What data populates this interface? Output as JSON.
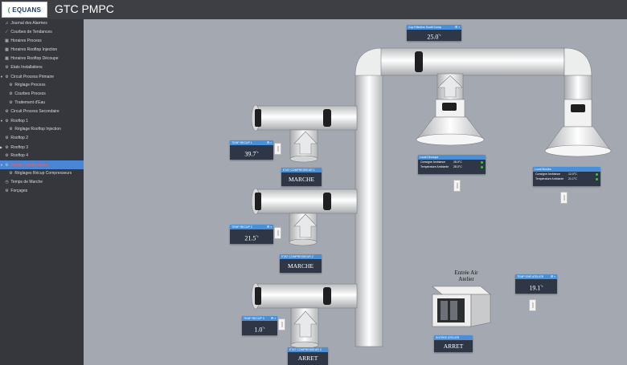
{
  "header": {
    "logo_text": "EQUANS",
    "title": "GTC PMPC"
  },
  "sidebar": {
    "items": [
      {
        "label": "Journal des Alarmes",
        "icon": "bell-icon"
      },
      {
        "label": "Courbes de Tendances",
        "icon": "chart-line-icon"
      },
      {
        "label": "Horaires Process",
        "icon": "calendar-icon"
      },
      {
        "label": "Horaires Rooftop Injection",
        "icon": "calendar-icon"
      },
      {
        "label": "Horaires Rooftop Découpe",
        "icon": "calendar-icon"
      },
      {
        "label": "Etats Installations",
        "icon": "gear-icon"
      },
      {
        "label": "Circuit Process Primaire",
        "icon": "gear-icon"
      },
      {
        "label": "Réglage Process",
        "icon": "gear-icon"
      },
      {
        "label": "Courbes Process",
        "icon": "gear-icon"
      },
      {
        "label": "Traitement d'Eau",
        "icon": "gear-icon"
      },
      {
        "label": "Circuit Process Secondaire",
        "icon": "gear-icon"
      },
      {
        "label": "Rooftop 1",
        "icon": "gear-icon"
      },
      {
        "label": "Réglage Rooftop Injection",
        "icon": "gear-icon"
      },
      {
        "label": "Rooftop 2",
        "icon": "gear-icon"
      },
      {
        "label": "Rooftop 3",
        "icon": "gear-icon"
      },
      {
        "label": "Rooftop 4",
        "icon": "gear-icon"
      },
      {
        "label": "Récup Compresseur",
        "icon": "gear-icon"
      },
      {
        "label": "Réglages Récup Compresseurs",
        "icon": "gear-icon"
      },
      {
        "label": "Temps de Marche",
        "icon": "clock-icon"
      },
      {
        "label": "Forçages",
        "icon": "gear-icon"
      }
    ]
  },
  "cards": {
    "consigne": {
      "title": "Cop Effective Soutif Comp",
      "value": "25.0",
      "unit": "°c"
    },
    "temp1": {
      "title": "TEMP RECUP 1",
      "value": "39.7",
      "unit": "°c"
    },
    "temp2": {
      "title": "TEMP RECUP 2",
      "value": "21.5",
      "unit": "°c"
    },
    "temp3": {
      "title": "TEMP RECUP 3",
      "value": "1.0",
      "unit": "°c"
    },
    "temp4": {
      "title": "TEMP ENR ATELIER",
      "value": "19.1",
      "unit": "°c"
    },
    "comp1": {
      "title": "ETAT COMPRESSEUR 1",
      "state": "MARCHE"
    },
    "comp2": {
      "title": "ETAT COMPRESSEUR 2",
      "state": "MARCHE"
    },
    "comp3": {
      "title": "ETAT COMPRESSEUR 3",
      "state": "ARRET"
    },
    "atelier": {
      "title": "ENTREE ATELIER",
      "state": "ARRET"
    },
    "local1": {
      "title": "Local Découpe",
      "rows": [
        {
          "label": "Consigne Ambiance",
          "value": "28.0°C"
        },
        {
          "label": "Température Ambiante",
          "value": "28.0°C"
        }
      ]
    },
    "local2": {
      "title": "Local Moules",
      "rows": [
        {
          "label": "Consigne Ambiance",
          "value": "12.0°C"
        },
        {
          "label": "Température Ambiante",
          "value": "21.1°C"
        }
      ]
    }
  },
  "labels": {
    "entree_air": "Entrée Air Atelier"
  },
  "colors": {
    "header": "#3d3f45",
    "sidebar": "#35373c",
    "accent": "#4a90d9",
    "active_item": "#4a86d4",
    "card_body": "#2f3746",
    "status_ok": "#3ec24a",
    "background": "#a4a8b1"
  }
}
